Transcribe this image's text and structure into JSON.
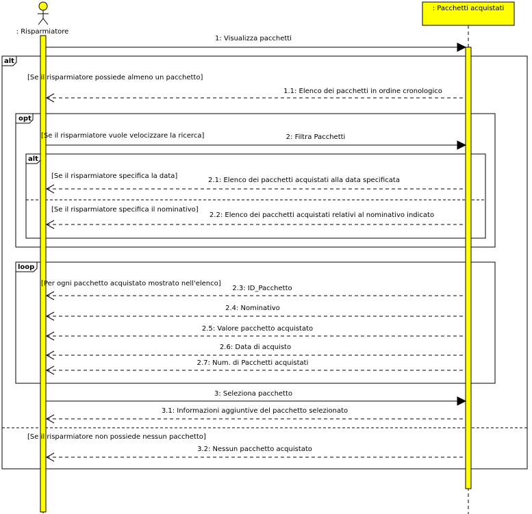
{
  "participants": {
    "actor": {
      "label": ": Risparmiatore",
      "icon": "stick-figure-icon",
      "color": "#ffff00"
    },
    "system": {
      "label": ": Pacchetti acquistati",
      "color": "#ffff00"
    }
  },
  "messages": [
    {
      "id": "m1",
      "label": "1: Visualizza pacchetti",
      "kind": "sync"
    },
    {
      "id": "m1_1",
      "label": "1.1: Elenco dei pacchetti in ordine cronologico",
      "kind": "reply"
    },
    {
      "id": "m2",
      "label": "2: Filtra Pacchetti",
      "kind": "sync"
    },
    {
      "id": "m2_1",
      "label": "2.1: Elenco dei pacchetti acquistati alla data specificata",
      "kind": "reply"
    },
    {
      "id": "m2_2",
      "label": "2.2: Elenco dei pacchetti acquistati relativi al nominativo indicato",
      "kind": "reply"
    },
    {
      "id": "m2_3",
      "label": "2.3: ID_Pacchetto",
      "kind": "reply"
    },
    {
      "id": "m2_4",
      "label": "2.4: Nominativo",
      "kind": "reply"
    },
    {
      "id": "m2_5",
      "label": "2.5: Valore pacchetto acquistato",
      "kind": "reply"
    },
    {
      "id": "m2_6",
      "label": "2.6: Data di acquisto",
      "kind": "reply"
    },
    {
      "id": "m2_7",
      "label": "2.7: Num. di Pacchetti acquistati",
      "kind": "reply"
    },
    {
      "id": "m3",
      "label": "3: Seleziona pacchetto",
      "kind": "sync"
    },
    {
      "id": "m3_1",
      "label": "3.1: Informazioni aggiuntive del pacchetto selezionato",
      "kind": "reply"
    },
    {
      "id": "m3_2",
      "label": "3.2: Nessun pacchetto acquistato",
      "kind": "reply"
    }
  ],
  "fragments": [
    {
      "id": "f_alt_outer",
      "operator": "alt"
    },
    {
      "id": "f_opt",
      "operator": "opt"
    },
    {
      "id": "f_alt_inner",
      "operator": "alt"
    },
    {
      "id": "f_loop",
      "operator": "loop"
    }
  ],
  "guards": [
    {
      "id": "g1",
      "text": "[Se il risparmiatore possiede almeno un pacchetto]"
    },
    {
      "id": "g2",
      "text": "[Se il risparmiatore vuole velocizzare la ricerca]"
    },
    {
      "id": "g3",
      "text": "[Se il risparmiatore specifica la data]"
    },
    {
      "id": "g4",
      "text": "[Se il risparmiatore specifica il nominativo]"
    },
    {
      "id": "g5",
      "text": "[Per ogni pacchetto acquistato mostrato nell'elenco]"
    },
    {
      "id": "g6",
      "text": "[Se il risparmiatore non possiede nessun pacchetto]"
    }
  ]
}
